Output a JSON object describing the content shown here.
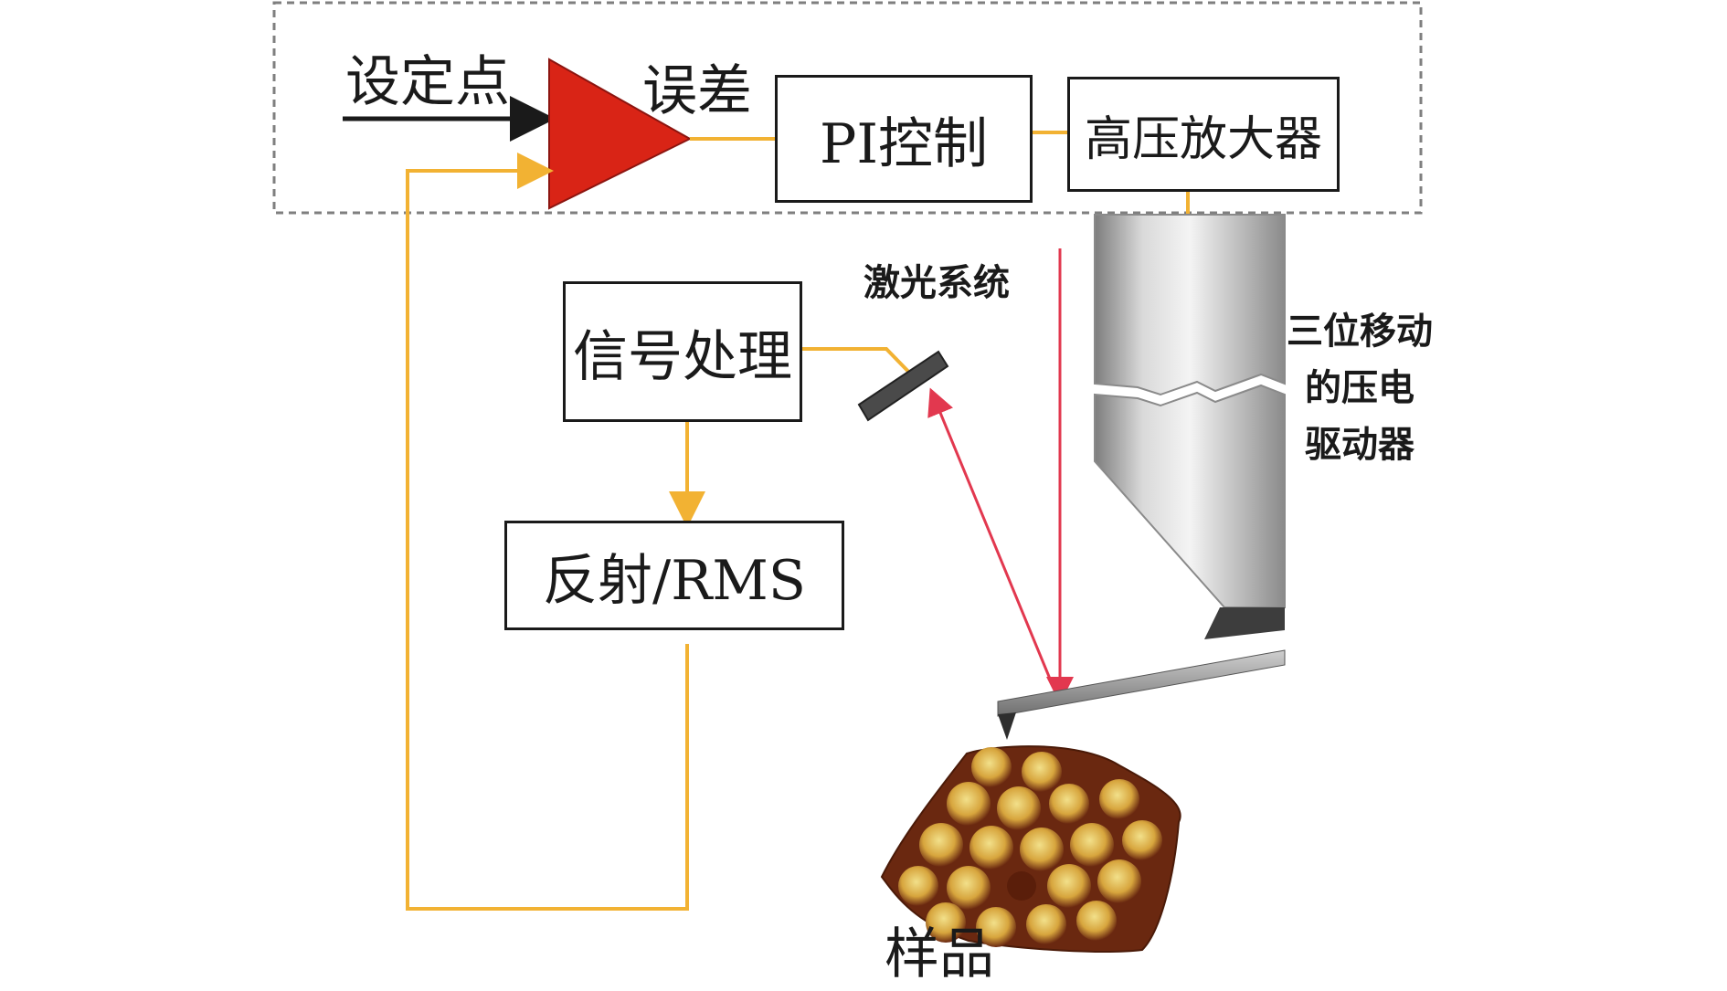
{
  "labels": {
    "setpoint": "设定点",
    "error": "误差",
    "pi_control": "PI控制",
    "hv_amplifier": "高压放大器",
    "laser_system": "激光系统",
    "signal_processing": "信号处理",
    "reflection_rms": "反射/RMS",
    "piezo_line1": "三位移动",
    "piezo_line2": "的压电",
    "piezo_line3": "驱动器",
    "sample": "样品"
  },
  "colors": {
    "signal_line": "#F2B233",
    "laser": "#E2384F",
    "amplifier": "#D92416",
    "box_border": "#1a1a1a",
    "dashed_frame": "#7f7f7f"
  }
}
